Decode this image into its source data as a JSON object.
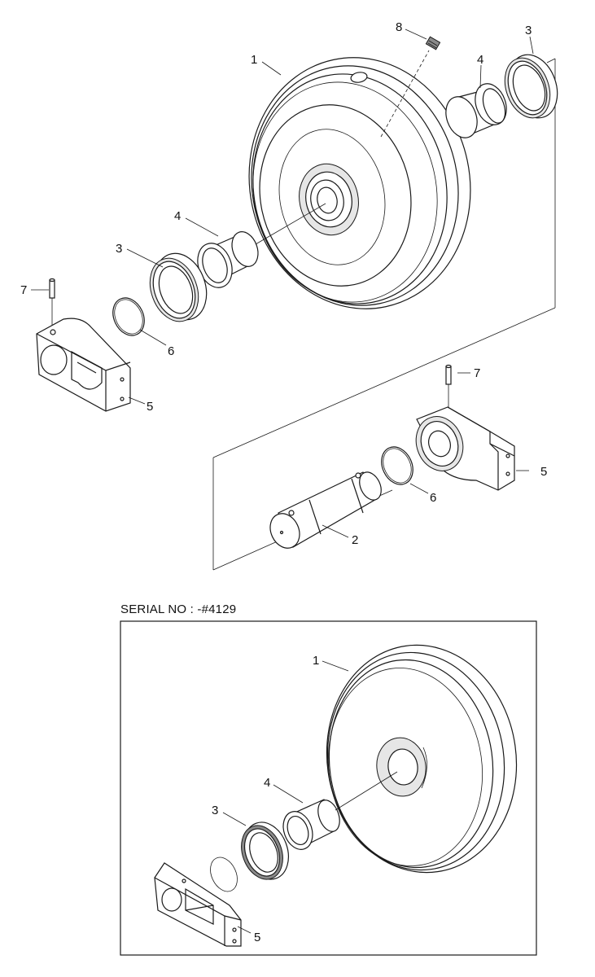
{
  "serial_label": "SERIAL NO : -#4129",
  "callouts": {
    "top": [
      {
        "id": "c8",
        "text": "8"
      },
      {
        "id": "c1",
        "text": "1"
      },
      {
        "id": "c3a",
        "text": "3"
      },
      {
        "id": "c4a",
        "text": "4"
      },
      {
        "id": "c4b",
        "text": "4"
      },
      {
        "id": "c3b",
        "text": "3"
      },
      {
        "id": "c7a",
        "text": "7"
      },
      {
        "id": "c6a",
        "text": "6"
      },
      {
        "id": "c5a",
        "text": "5"
      },
      {
        "id": "c7b",
        "text": "7"
      },
      {
        "id": "c5b",
        "text": "5"
      },
      {
        "id": "c6b",
        "text": "6"
      },
      {
        "id": "c2",
        "text": "2"
      }
    ],
    "bottom": [
      {
        "id": "d1",
        "text": "1"
      },
      {
        "id": "d4",
        "text": "4"
      },
      {
        "id": "d3",
        "text": "3"
      },
      {
        "id": "d5",
        "text": "5"
      }
    ]
  }
}
